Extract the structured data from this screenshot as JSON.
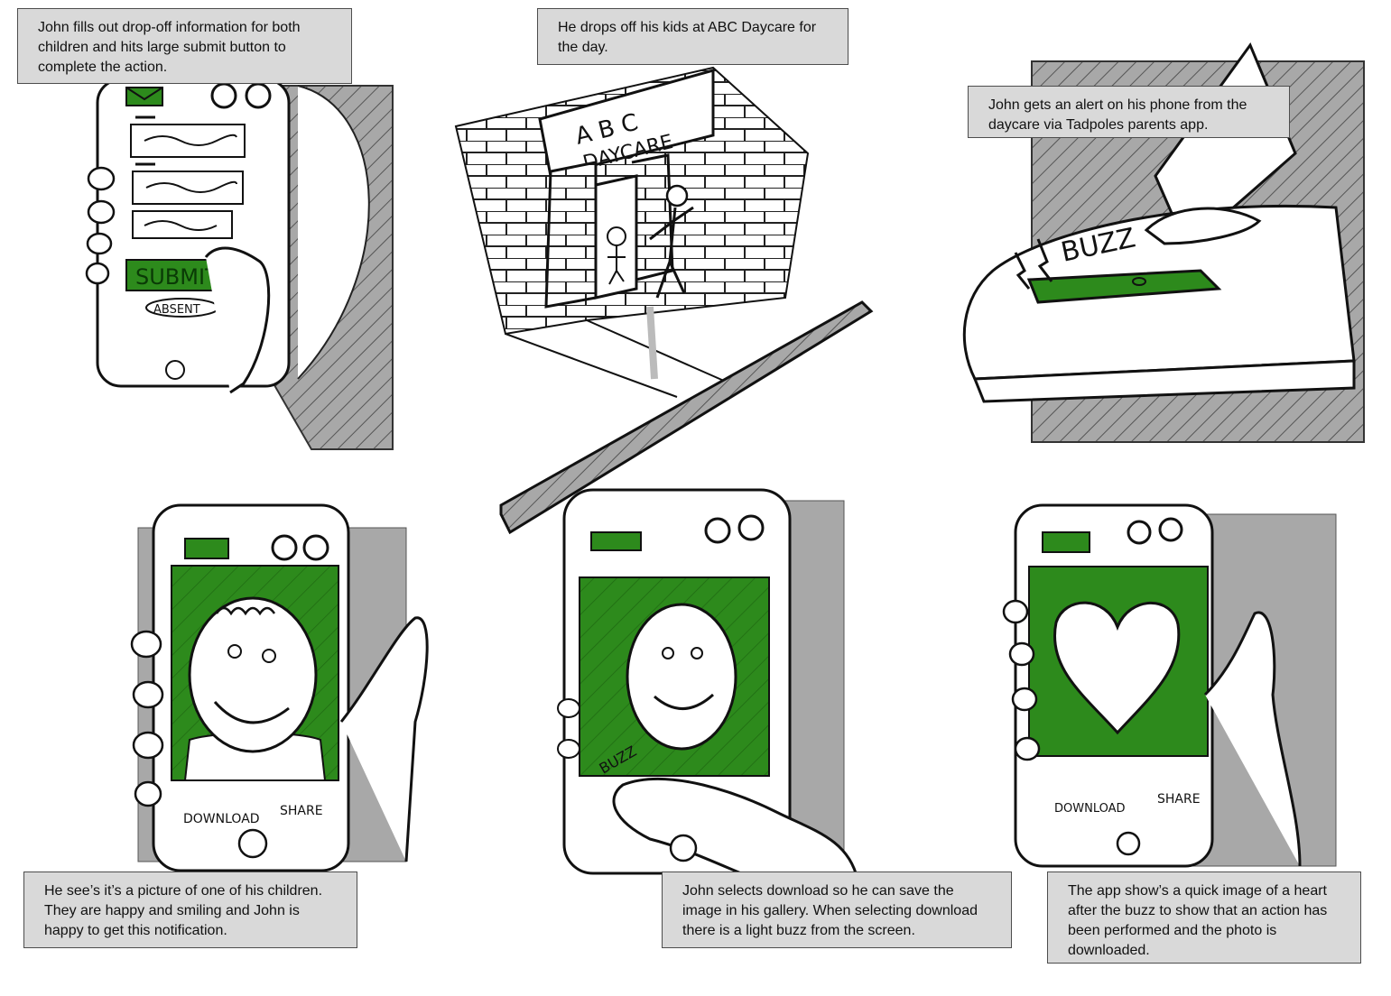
{
  "captions": {
    "p1": "John fills out drop-off information for both children and hits large submit button to complete the action.",
    "p2": "He drops off his kids at ABC Daycare for the day.",
    "p3": "John gets an alert on his phone from the daycare via Tadpoles parents app.",
    "p4": "He see’s it’s a picture of one of his children. They are happy and smiling and John is happy to get this notification.",
    "p5": "John selects download so he can save the image in his gallery. When selecting download there is a light buzz from the screen.",
    "p6": "The app show’s a quick image of a heart after the buzz to show that an action has been performed and the photo is downloaded."
  },
  "sketch_labels": {
    "submit": "SUBMIT",
    "absent": "ABSENT",
    "sign_top": "A B C",
    "sign_bottom": "DAYCARE",
    "buzz": "BUZZ",
    "buzz_small": "BUZZ",
    "download": "DOWNLOAD",
    "share": "SHARE"
  },
  "colors": {
    "accent_green": "#2d8a1c",
    "shadow_gray": "#a8a8a8",
    "caption_bg": "#d9d9d9"
  }
}
